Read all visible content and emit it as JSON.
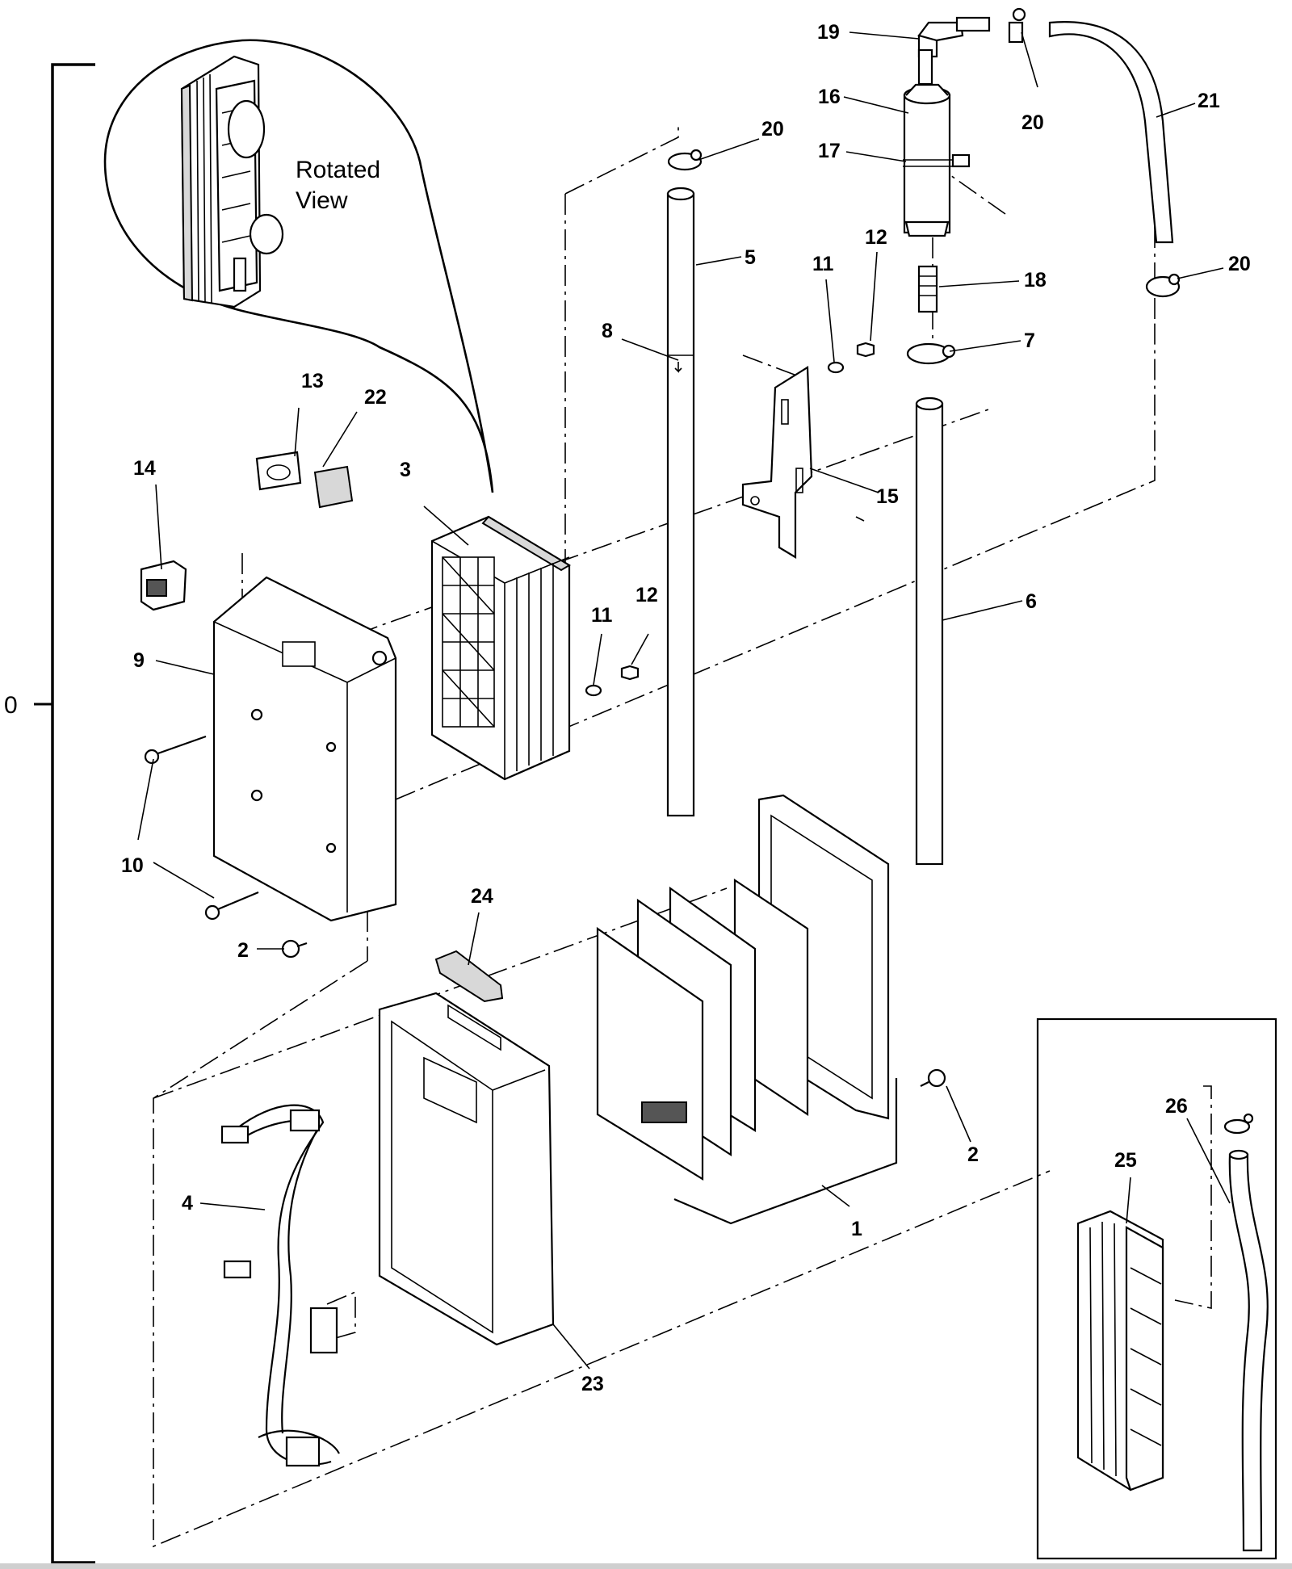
{
  "diagram": {
    "assembly_index": "0",
    "rotated_view_label_line1": "Rotated",
    "rotated_view_label_line2": "View",
    "callouts": {
      "c1": "1",
      "c2a": "2",
      "c2b": "2",
      "c3": "3",
      "c4": "4",
      "c5": "5",
      "c6": "6",
      "c7": "7",
      "c8": "8",
      "c9": "9",
      "c10": "10",
      "c11a": "11",
      "c11b": "11",
      "c12a": "12",
      "c12b": "12",
      "c13": "13",
      "c14": "14",
      "c15": "15",
      "c16": "16",
      "c17": "17",
      "c18": "18",
      "c19": "19",
      "c20a": "20",
      "c20b": "20",
      "c20c": "20",
      "c21": "21",
      "c22": "22",
      "c23": "23",
      "c24": "24",
      "c25": "25",
      "c26": "26"
    },
    "colors": {
      "line": "#000000",
      "background": "#ffffff",
      "shade": "#d8d8d8"
    }
  }
}
